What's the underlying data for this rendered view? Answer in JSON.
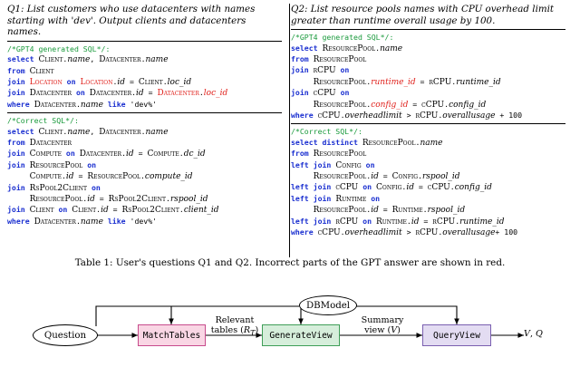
{
  "table": {
    "left": {
      "question_label": "Q1:",
      "question": "List customers who use datacenters with names starting with 'dev'. Output clients and datacenters names.",
      "gpt_comment": "/*GPT4 generated SQL*/:",
      "gpt_sql_lines": [
        "select Client.name, Datacenter.name",
        "from Client",
        "join Location on Location.id = Client.loc_id",
        "join Datacenter on Datacenter.id = Datacenter.loc_id",
        "where Datacenter.name like 'dev%'"
      ],
      "correct_comment": "/*Correct SQL*/:",
      "correct_sql_lines": [
        "select Client.name, Datacenter.name",
        "from Datacenter",
        "join Compute on Datacenter.id = Compute.dc_id",
        "join ResourcePool on",
        "    Compute.id = ResourcePool.compute_id",
        "join RsPool2Client on",
        "    ResourcePool.id = RsPool2Client.rspool_id",
        "join Client on Client.id = RsPool2Client.client_id",
        "where Datacenter.name like 'dev%'"
      ]
    },
    "right": {
      "question_label": "Q2:",
      "question": "List resource pools names with CPU overhead limit greater than runtime overall usage by 100.",
      "gpt_comment": "/*GPT4 generated SQL*/:",
      "gpt_sql_lines": [
        "select ResourcePool.name",
        "from ResourcePool",
        "join rCPU on",
        "    ResourcePool.runtime_id = rCPU.runtime_id",
        "join cCPU on",
        "    ResourcePool.config_id = cCPU.config_id",
        "where cCPU.overheadlimit > rCPU.overallusage + 100"
      ],
      "correct_comment": "/*Correct SQL*/:",
      "correct_sql_lines": [
        "select distinct ResourcePool.name",
        "from ResourcePool",
        "left join Config on",
        "    ResourcePool.id = Config.rspool_id",
        "left join cCPU on Config.id = cCPU.config_id",
        "left join Runtime on",
        "    ResourcePool.id = Runtime.rspool_id",
        "left join rCPU on Runtime.id = rCPU.runtime_id",
        "where cCPU.overheadlimit > rCPU.overallusage + 100"
      ]
    }
  },
  "caption": "Table 1: User's questions Q1 and Q2. Incorrect parts of the GPT answer are shown in red.",
  "diagram": {
    "nodes": {
      "question": "Question",
      "dbmodel": "DBModel",
      "match_tables": "MatchTables",
      "generate_view": "GenerateView",
      "query_view": "QueryView"
    },
    "edges": {
      "relevant_tables": "Relevant\ntables (R_T)",
      "summary_view": "Summary\nview (V)",
      "output": "V, Q"
    },
    "colors": {
      "pink": "#f9d6e4",
      "green": "#d6eedb",
      "purple": "#e3dcf2"
    }
  }
}
